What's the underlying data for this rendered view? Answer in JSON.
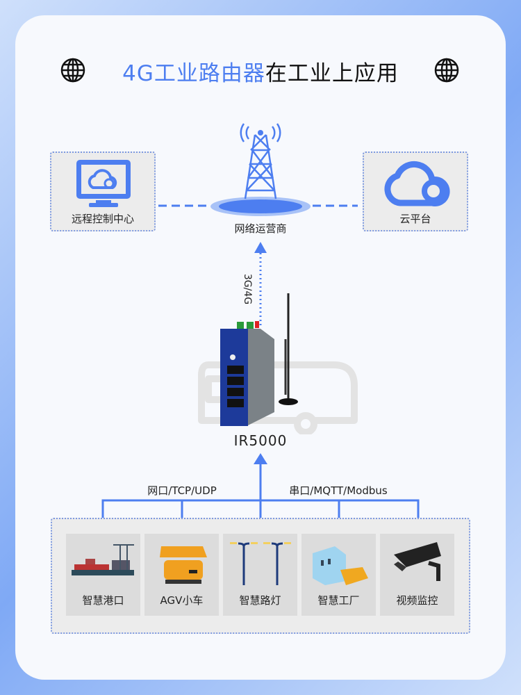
{
  "title": {
    "highlight": "4G工业路由器",
    "rest": "在工业上应用"
  },
  "nodes": {
    "control_center": "远程控制中心",
    "operator": "网络运营商",
    "cloud": "云平台"
  },
  "uplink": "3G/4G",
  "router": {
    "model": "IR5000"
  },
  "protocols": {
    "left": "网口/TCP/UDP",
    "right": "串口/MQTT/Modbus"
  },
  "applications": [
    {
      "label": "智慧港口"
    },
    {
      "label": "AGV小车"
    },
    {
      "label": "智慧路灯"
    },
    {
      "label": "智慧工厂"
    },
    {
      "label": "视频监控"
    }
  ],
  "colors": {
    "accent": "#4d7ef0",
    "box": "#ececec"
  }
}
